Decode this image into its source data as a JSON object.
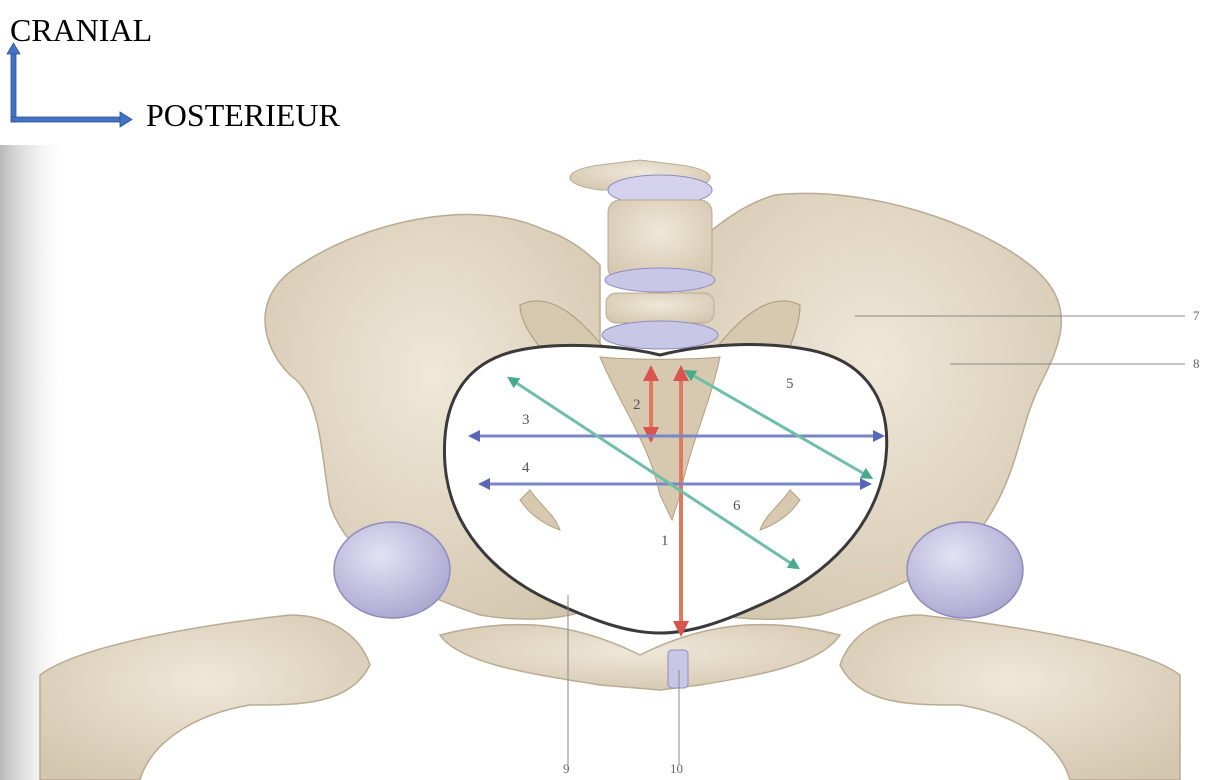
{
  "orientation": {
    "cranial": "CRANIAL",
    "posterieur": "POSTERIEUR",
    "arrow_color": "#4472c4"
  },
  "figure": {
    "colors": {
      "bone": "#e6dccb",
      "bone_shadow": "#c9bca6",
      "cartilage": "#c9c7e6",
      "red_arrow": "#e07a5f",
      "blue_arrow": "#7a86c6",
      "teal_arrow": "#6fbfa8",
      "outline": "#3a3a3a"
    },
    "labels": {
      "n1": "1",
      "n2": "2",
      "n3": "3",
      "n4": "4",
      "n5": "5",
      "n6": "6",
      "n7": "7",
      "n8": "8",
      "n9": "9",
      "n10": "10"
    }
  }
}
